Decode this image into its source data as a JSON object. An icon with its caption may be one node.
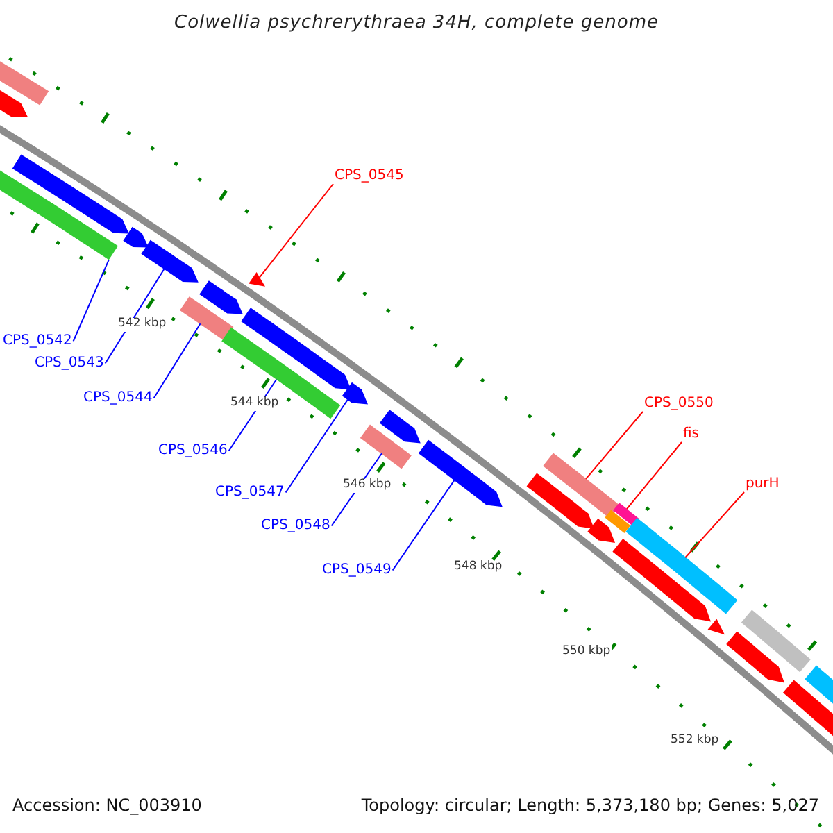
{
  "diagram": {
    "title": "Colwellia psychrerythraea 34H, complete genome",
    "nodes": [
      {
        "text": [
          "CPS_0545"
        ]
      },
      {
        "text": [
          "CPS_0542"
        ]
      },
      {
        "text": [
          "CPS_0543"
        ]
      },
      {
        "text": [
          "CPS_0544"
        ]
      },
      {
        "text": [
          "CPS_0550"
        ]
      },
      {
        "text": [
          "fis"
        ]
      },
      {
        "text": [
          "CPS_0546"
        ]
      },
      {
        "text": [
          "purH"
        ]
      },
      {
        "text": [
          "CPS_0547"
        ]
      },
      {
        "text": [
          "CPS_0548"
        ]
      },
      {
        "text": [
          "CPS_0549"
        ]
      },
      {
        "text": [],
        "shape": "bar"
      },
      {
        "text": [],
        "shape": "arrow"
      },
      {
        "text": [],
        "shape": "bar"
      },
      {
        "text": [],
        "shape": "arrow"
      },
      {
        "text": [],
        "shape": "arrow"
      },
      {
        "text": [],
        "shape": "arrow"
      },
      {
        "text": [],
        "shape": "bar"
      },
      {
        "text": [],
        "shape": "arrow"
      },
      {
        "text": [],
        "shape": "bar"
      },
      {
        "text": [],
        "shape": "arrow"
      },
      {
        "text": [],
        "shape": "triangle"
      },
      {
        "text": [],
        "shape": "arrow"
      },
      {
        "text": [],
        "shape": "bar"
      },
      {
        "text": [],
        "shape": "arrow"
      },
      {
        "text": [],
        "shape": "arrow"
      },
      {
        "text": [],
        "shape": "arrow"
      },
      {
        "text": [],
        "shape": "bar"
      },
      {
        "text": [],
        "shape": "arrow"
      },
      {
        "text": [],
        "shape": "bar"
      },
      {
        "text": [],
        "shape": "bar"
      },
      {
        "text": [],
        "shape": "arrow"
      },
      {
        "text": [],
        "shape": "bar"
      },
      {
        "text": [],
        "shape": "triangle"
      },
      {
        "text": [],
        "shape": "arrow"
      },
      {
        "text": [],
        "shape": "bar"
      },
      {
        "text": [],
        "shape": "bar"
      },
      {
        "text": [],
        "shape": "bar"
      }
    ],
    "edges": [
      {
        "from": 0,
        "to": 21,
        "arrow": "none",
        "color": "#ff0000"
      },
      {
        "from": 1,
        "to": 13,
        "arrow": "none"
      },
      {
        "from": 2,
        "to": 16,
        "arrow": "none"
      },
      {
        "from": 3,
        "to": 17,
        "arrow": "none"
      },
      {
        "from": 4,
        "to": 27,
        "arrow": "none",
        "color": "#ff0000"
      },
      {
        "from": 5,
        "to": 30,
        "arrow": "none",
        "color": "#ff0000"
      },
      {
        "from": 6,
        "to": 19,
        "arrow": "none"
      },
      {
        "from": 7,
        "to": 32,
        "arrow": "none",
        "color": "#ff0000"
      },
      {
        "from": 8,
        "to": 22,
        "arrow": "none"
      },
      {
        "from": 9,
        "to": 23,
        "arrow": "none"
      },
      {
        "from": 10,
        "to": 25,
        "arrow": "none"
      }
    ],
    "labels": [
      "542 kbp",
      "544 kbp",
      "546 kbp",
      "548 kbp",
      "550 kbp",
      "552 kbp",
      "Accession: NC_003910",
      "Topology: circular; Length: 5,373,180 bp; Genes: 5,027"
    ]
  }
}
